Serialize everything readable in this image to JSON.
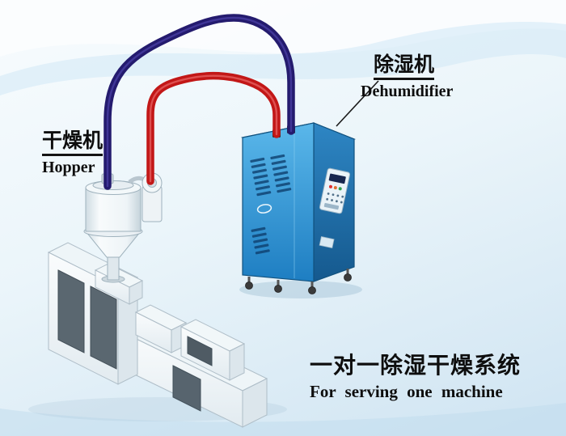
{
  "labels": {
    "dryer_cn": "干燥机",
    "dryer_en": "Hopper",
    "dehumidifier_cn": "除湿机",
    "dehumidifier_en": "Dehumidifier",
    "system_cn": "一对一除湿干燥系统",
    "system_en": "For serving one machine"
  },
  "colors": {
    "pipe_dry_air": "#241b6e",
    "pipe_return_air": "#c21717",
    "cabinet_front": "#2f9ad8",
    "cabinet_side": "#1d6aa4",
    "cabinet_top": "#a6d9f3",
    "machine_body": "#f4f8fa",
    "text": "#0e0e0e",
    "background_top": "#f8fcfe",
    "background_bottom": "#cfe4f2"
  },
  "diagram": {
    "type": "equipment-diagram",
    "components": [
      {
        "name": "hopper-dryer",
        "label_cn": "干燥机",
        "label_en": "Hopper"
      },
      {
        "name": "dehumidifier",
        "label_cn": "除湿机",
        "label_en": "Dehumidifier"
      },
      {
        "name": "extruder-machine"
      },
      {
        "name": "dry-air-pipe",
        "color": "#241b6e"
      },
      {
        "name": "return-air-pipe",
        "color": "#c21717"
      }
    ]
  }
}
